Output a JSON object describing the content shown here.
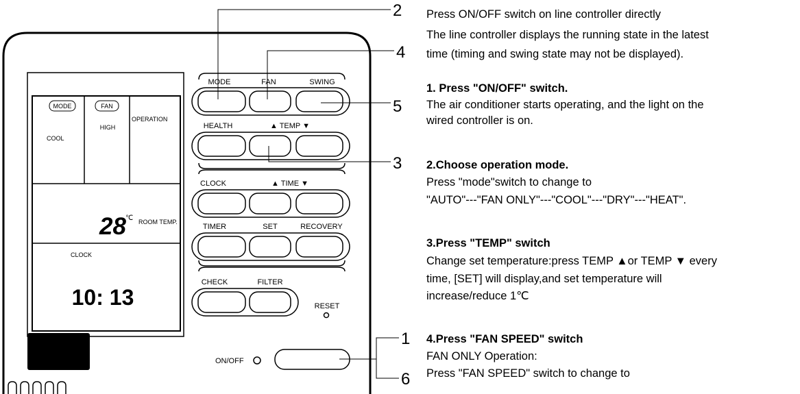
{
  "controller": {
    "lcd": {
      "mode_badge": "MODE",
      "fan_badge": "FAN",
      "fan_speed": "HIGH",
      "operation": "OPERATION",
      "mode_value": "COOL",
      "temperature": "28",
      "temp_unit": "℃",
      "room_temp_label": "ROOM TEMP.",
      "clock_label": "CLOCK",
      "clock_value": "10: 13"
    },
    "buttons": {
      "mode": "MODE",
      "fan": "FAN",
      "swing": "SWING",
      "health": "HEALTH",
      "temp": "▲  TEMP  ▼",
      "clock": "CLOCK",
      "time": "▲  TIME  ▼",
      "timer": "TIMER",
      "set": "SET",
      "recovery": "RECOVERY",
      "check": "CHECK",
      "filter": "FILTER",
      "reset": "RESET",
      "onoff": "ON/OFF"
    }
  },
  "callouts": [
    "2",
    "4",
    "5",
    "3",
    "1",
    "6"
  ],
  "text": {
    "intro_1": "Press ON/OFF switch on line controller directly",
    "intro_2": "The line controller displays the running state in the latest",
    "intro_3": "time (timing and swing state may not be displayed).",
    "s1_heading": "1. Press \"ON/OFF\" switch.",
    "s1_line1": "The air conditioner starts operating, and the light on the",
    "s1_line2": "wired controller  is on.",
    "s2_heading": "2.Choose operation mode.",
    "s2_line1": "Press \"mode\"switch to change to",
    "s2_line2": "\"AUTO\"---\"FAN ONLY\"---\"COOL\"---\"DRY\"---\"HEAT\".",
    "s3_heading": "3.Press \"TEMP\" switch",
    "s3_line1": "Change set temperature:press TEMP ▲or TEMP ▼ every",
    "s3_line2": "time, [SET] will display,and set temperature will",
    "s3_line3": "increase/reduce 1℃",
    "s4_heading": "4.Press \"FAN SPEED\" switch",
    "s4_line1": "FAN ONLY Operation:",
    "s4_line2": "Press \"FAN SPEED\" switch to change to"
  }
}
